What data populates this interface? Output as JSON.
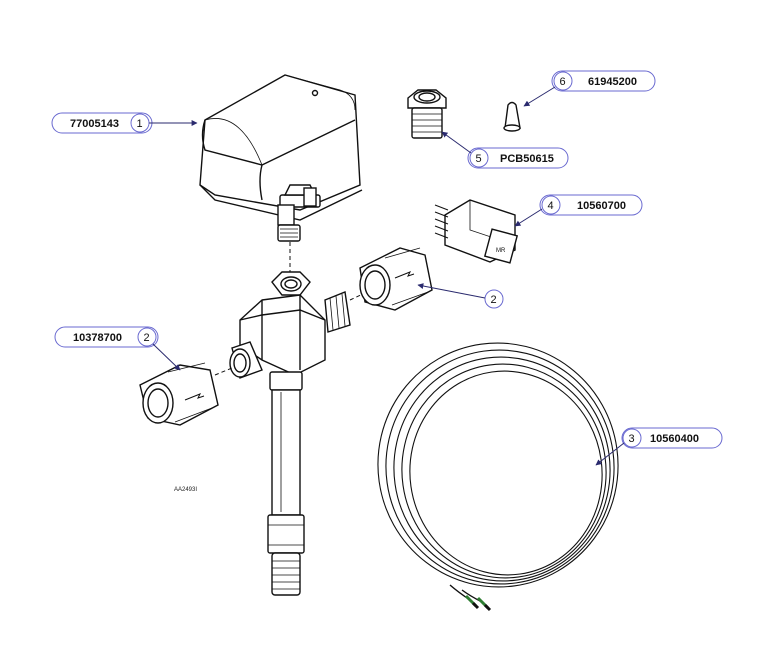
{
  "diagram": {
    "drawing_code": "AA2493I",
    "callouts": [
      {
        "id": "c1",
        "item": "1",
        "part": "77005143"
      },
      {
        "id": "c2a",
        "item": "2",
        "part": "10378700"
      },
      {
        "id": "c2b",
        "item": "2",
        "part": ""
      },
      {
        "id": "c3",
        "item": "3",
        "part": "10560400"
      },
      {
        "id": "c4",
        "item": "4",
        "part": "10560700"
      },
      {
        "id": "c5",
        "item": "5",
        "part": "PCB50615"
      },
      {
        "id": "c6",
        "item": "6",
        "part": "61945200"
      }
    ]
  }
}
